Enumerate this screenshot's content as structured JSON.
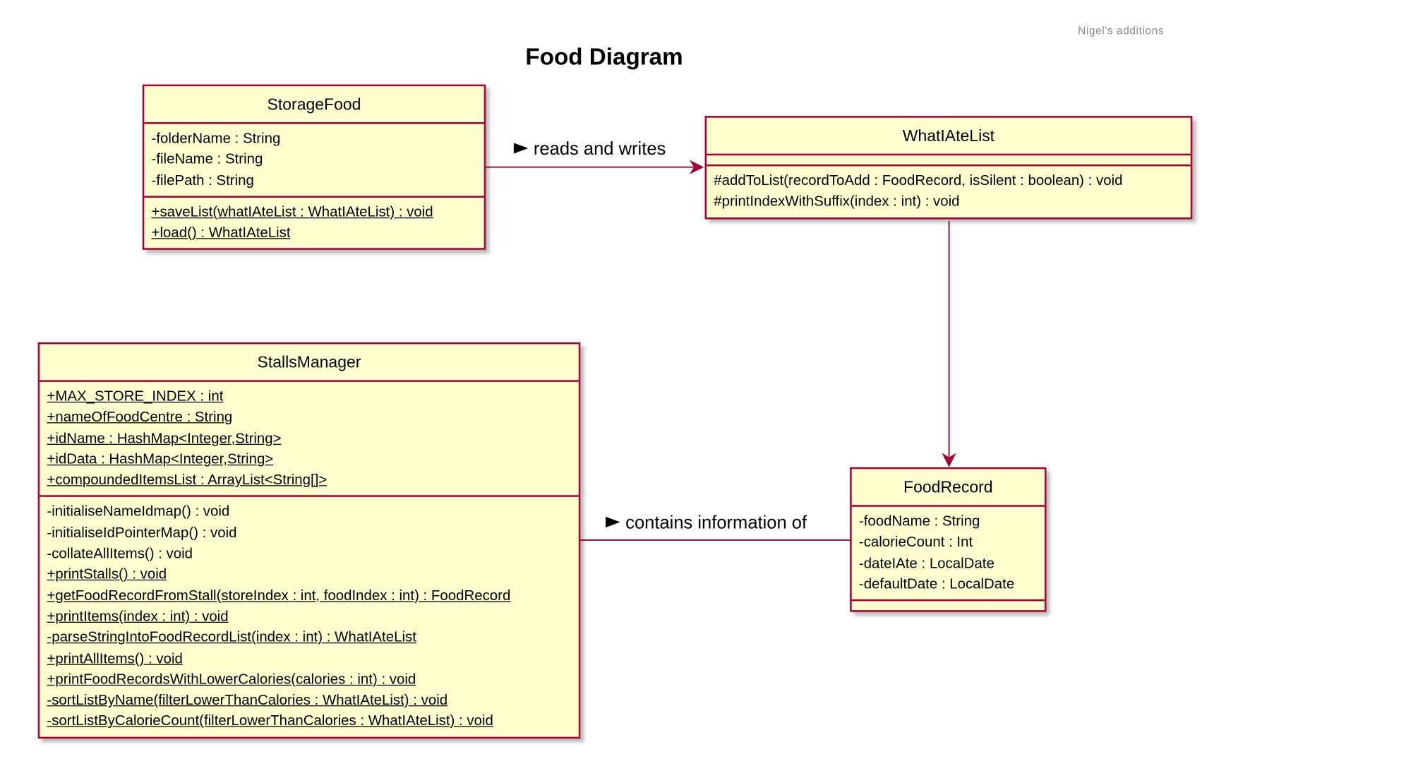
{
  "header_note": "Nigel's additions",
  "title": "Food Diagram",
  "classes": {
    "storage_food": {
      "name": "StorageFood",
      "attributes": [
        "-folderName : String",
        "-fileName : String",
        "-filePath : String"
      ],
      "methods": [
        "+saveList(whatIAteList : WhatIAteList) : void",
        "+load() : WhatIAteList"
      ]
    },
    "what_i_ate_list": {
      "name": "WhatIAteList",
      "attributes": [],
      "methods": [
        "#addToList(recordToAdd : FoodRecord, isSilent : boolean) : void",
        "#printIndexWithSuffix(index : int) : void"
      ]
    },
    "stalls_manager": {
      "name": "StallsManager",
      "attributes": [
        "+MAX_STORE_INDEX : int",
        "+nameOfFoodCentre : String",
        "+idName : HashMap<Integer,String>",
        "+idData : HashMap<Integer,String>",
        "+compoundedItemsList : ArrayList<String[]>"
      ],
      "methods": [
        "-initialiseNameIdmap() : void",
        "-initialiseIdPointerMap() : void",
        "-collateAllItems() : void",
        "+printStalls() : void",
        "+getFoodRecordFromStall(storeIndex : int, foodIndex : int) : FoodRecord",
        "+printItems(index : int) : void",
        "-parseStringIntoFoodRecordList(index : int) : WhatIAteList",
        "+printAllItems() : void",
        "+printFoodRecordsWithLowerCalories(calories : int) : void",
        "-sortListByName(filterLowerThanCalories : WhatIAteList) : void",
        "-sortListByCalorieCount(filterLowerThanCalories : WhatIAteList) : void"
      ]
    },
    "food_record": {
      "name": "FoodRecord",
      "attributes": [
        "-foodName : String",
        "-calorieCount : Int",
        "-dateIAte : LocalDate",
        "-defaultDate : LocalDate"
      ],
      "methods": []
    }
  },
  "relations": {
    "reads_writes": "reads and writes",
    "contains_info": "contains information of"
  },
  "colors": {
    "border": "#a80036",
    "fill": "#fefece",
    "note": "#8a8a8a"
  }
}
